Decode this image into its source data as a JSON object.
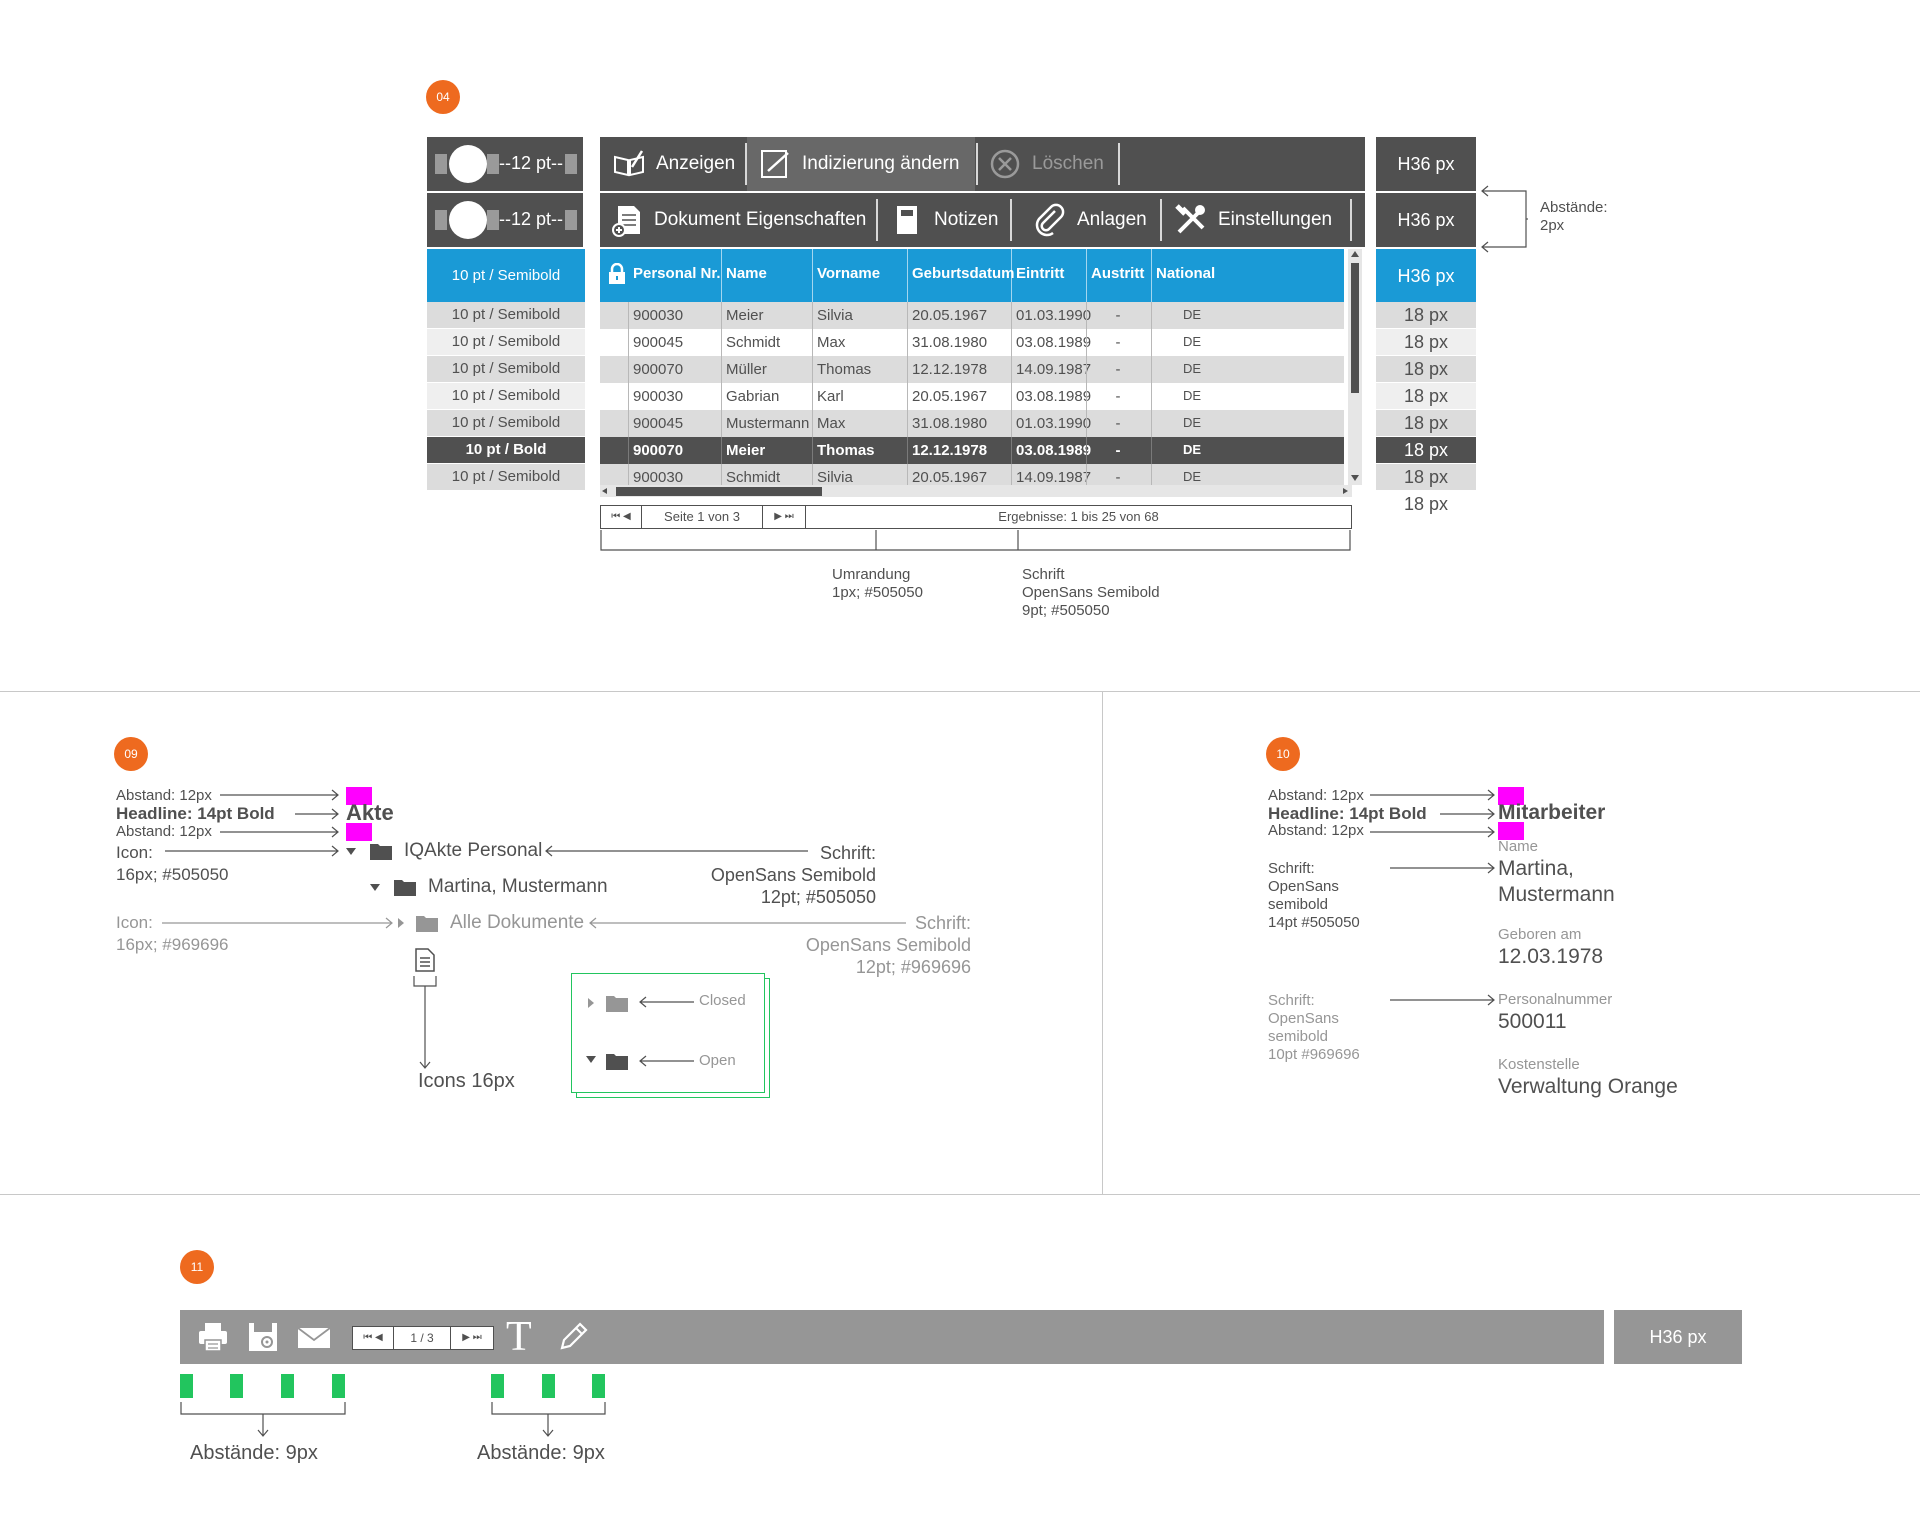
{
  "sections": {
    "s04": "04",
    "s09": "09",
    "s10": "10",
    "s11": "11"
  },
  "s04": {
    "left_scale": [
      "--12 pt--",
      "--12 pt--"
    ],
    "row_labels": {
      "header": "10 pt / Semibold",
      "rows": [
        "10 pt / Semibold",
        "10 pt / Semibold",
        "10 pt / Semibold",
        "10 pt / Semibold",
        "10 pt / Semibold",
        "10 pt / Bold",
        "10 pt / Semibold"
      ]
    },
    "toolbar1": {
      "anzeigen": "Anzeigen",
      "indizierung": "Indizierung ändern",
      "loeschen": "Löschen"
    },
    "toolbar2": {
      "dokument": "Dokument Eigenschaften",
      "notizen": "Notizen",
      "anlagen": "Anlagen",
      "einstellungen": "Einstellungen"
    },
    "right_labels": {
      "h1": "H36 px",
      "h2": "H36 px",
      "h3": "H36 px",
      "rows": [
        "18 px",
        "18 px",
        "18 px",
        "18 px",
        "18 px",
        "18 px",
        "18 px",
        "18 px"
      ]
    },
    "spacing_note": [
      "Abstände:",
      "2px"
    ],
    "table": {
      "columns": [
        "Personal Nr.",
        "Name",
        "Vorname",
        "Geburtsdatum",
        "Eintritt",
        "Austritt",
        "National"
      ],
      "rows": [
        [
          "900030",
          "Meier",
          "Silvia",
          "20.05.1967",
          "01.03.1990",
          "-",
          "DE"
        ],
        [
          "900045",
          "Schmidt",
          "Max",
          "31.08.1980",
          "03.08.1989",
          "-",
          "DE"
        ],
        [
          "900070",
          "Müller",
          "Thomas",
          "12.12.1978",
          "14.09.1987",
          "-",
          "DE"
        ],
        [
          "900030",
          "Gabrian",
          "Karl",
          "20.05.1967",
          "03.08.1989",
          "-",
          "DE"
        ],
        [
          "900045",
          "Mustermann",
          "Max",
          "31.08.1980",
          "01.03.1990",
          "-",
          "DE"
        ],
        [
          "900070",
          "Meier",
          "Thomas",
          "12.12.1978",
          "03.08.1989",
          "-",
          "DE"
        ],
        [
          "900030",
          "Schmidt",
          "Silvia",
          "20.05.1967",
          "14.09.1987",
          "-",
          "DE"
        ]
      ],
      "selected_row": 5
    },
    "pager": {
      "first": "⏮ ◀",
      "page": "Seite 1 von 3",
      "last": "▶ ⏭",
      "results": "Ergebnisse: 1 bis 25 von 68"
    },
    "note_border": [
      "Umrandung",
      "1px; #505050"
    ],
    "note_font": [
      "Schrift",
      "OpenSans Semibold",
      "9pt; #505050"
    ]
  },
  "s09": {
    "abstand1": "Abstand: 12px",
    "headline_label": "Headline: 14pt Bold",
    "headline": "Akte",
    "abstand2": "Abstand: 12px",
    "icon_label": [
      "Icon:",
      "16px; #505050"
    ],
    "tree": {
      "item1": "IQAkte Personal",
      "item2": "Martina, Mustermann",
      "item3": "Alle Dokumente"
    },
    "font_label1": [
      "Schrift:",
      "OpenSans Semibold",
      "12pt; #505050"
    ],
    "icon_label2": [
      "Icon:",
      "16px; #969696"
    ],
    "font_label2": [
      "Schrift:",
      "OpenSans Semibold",
      "12pt; #969696"
    ],
    "icons_caption": "Icons 16px",
    "legend": {
      "closed": "Closed",
      "open": "Open"
    }
  },
  "s10": {
    "abstand1": "Abstand: 12px",
    "headline_label": "Headline: 14pt Bold",
    "headline": "Mitarbeiter",
    "abstand2": "Abstand: 12px",
    "font_label1": [
      "Schrift:",
      "OpenSans",
      "semibold",
      "14pt #505050"
    ],
    "font_label2": [
      "Schrift:",
      "OpenSans",
      "semibold",
      "10pt #969696"
    ],
    "fields": [
      {
        "label": "Name",
        "value": "Martina, Mustermann"
      },
      {
        "label": "Geboren am",
        "value": "12.03.1978"
      },
      {
        "label": "Personalnummer",
        "value": "500011"
      },
      {
        "label": "Kostenstelle",
        "value": "Verwaltung Orange"
      }
    ]
  },
  "s11": {
    "pager": {
      "first": "⏮ ◀",
      "page": "1 / 3",
      "last": "▶ ⏭"
    },
    "text_tool": "T",
    "height_label": "H36 px",
    "spacing1": "Abstände: 9px",
    "spacing2": "Abstände: 9px"
  },
  "colors": {
    "dark": "#505050",
    "blue": "#1a9ad6",
    "orange": "#ee6a1f",
    "magenta": "#ff00ff",
    "green": "#22c55e",
    "gray": "#969696",
    "light": "#dcdcdc"
  }
}
